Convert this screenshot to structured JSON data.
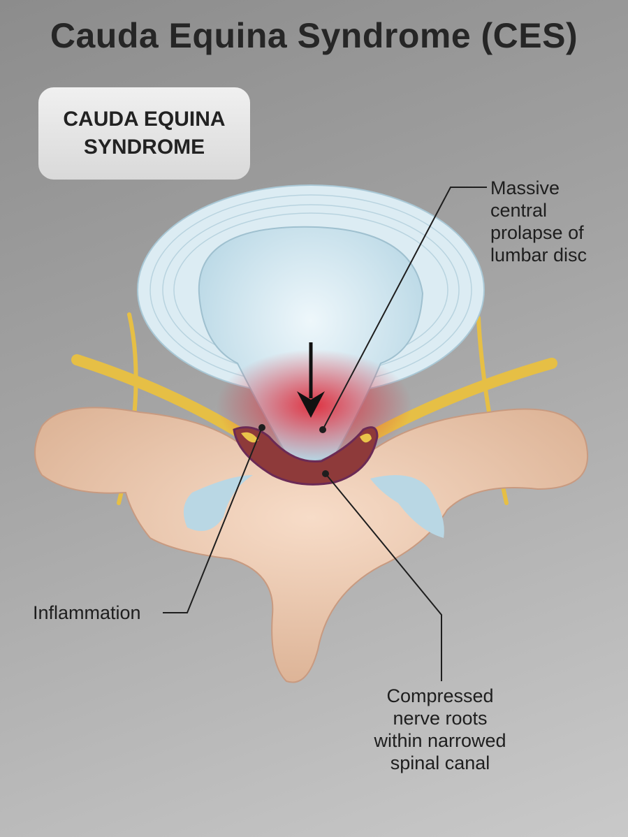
{
  "title": "Cauda Equina Syndrome (CES)",
  "box": {
    "line1": "CAUDA EQUINA",
    "line2": "SYNDROME"
  },
  "labels": {
    "prolapse": [
      "Massive",
      "central",
      "prolapse of",
      "lumbar disc"
    ],
    "inflammation": "Inflammation",
    "compressed": [
      "Compressed",
      "nerve roots",
      "within narrowed",
      "spinal canal"
    ]
  },
  "colors": {
    "bone": "#f0cdb4",
    "disc": "#d6e8f0",
    "nerve": "#e8c24a",
    "inflammation": "#d8283a"
  }
}
